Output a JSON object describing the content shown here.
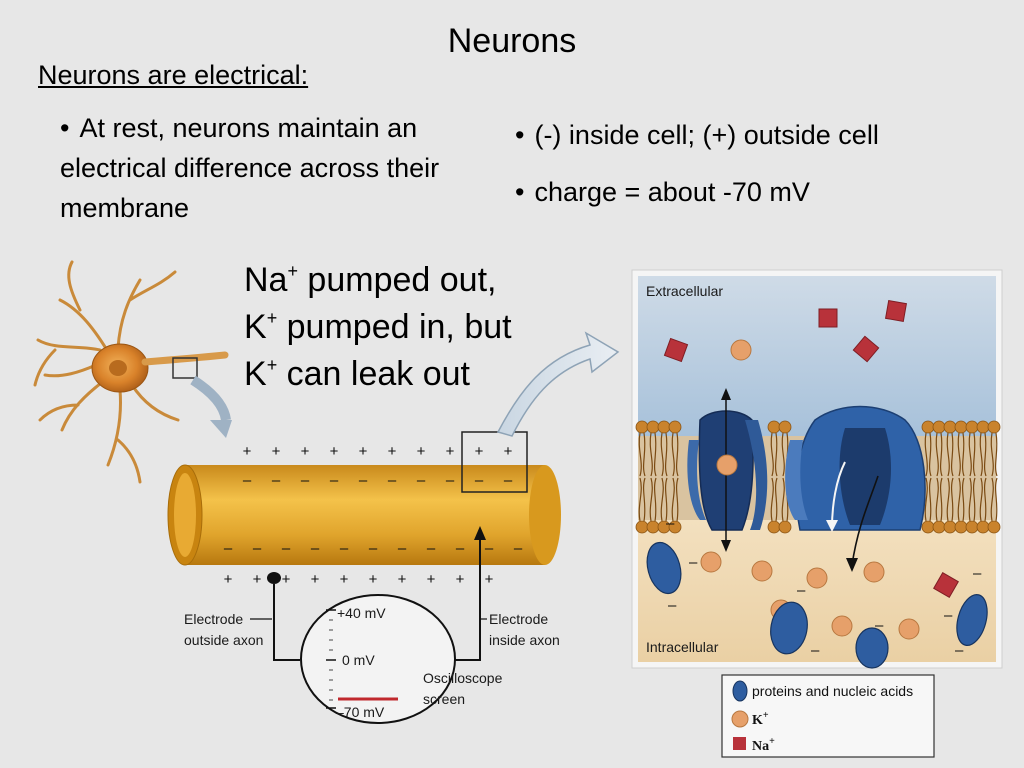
{
  "slide": {
    "title": "Neurons",
    "subtitle": "Neurons are electrical:",
    "left_bullet": {
      "dot": "•",
      "text": "At rest, neurons maintain an electrical difference across their membrane"
    },
    "right_bullets": [
      {
        "dot": "•",
        "text": "(-) inside cell; (+) outside cell"
      },
      {
        "dot": "•",
        "text": "charge = about -70 mV"
      }
    ],
    "pump_text": {
      "line1_prefix": "Na",
      "line1_sup": "+",
      "line1_suffix": " pumped out,",
      "line2_prefix": "K",
      "line2_sup": "+",
      "line2_suffix": " pumped in, but",
      "line3_prefix": "K",
      "line3_sup": "+",
      "line3_suffix": " can leak out"
    }
  },
  "axon_diagram": {
    "plus_sign": "+",
    "minus_sign": "–",
    "electrode_outside": [
      "Electrode",
      "outside axon"
    ],
    "electrode_inside": [
      "Electrode",
      "inside axon"
    ],
    "oscilloscope": [
      "Oscilloscope",
      "screen"
    ],
    "scale_top": "+40 mV",
    "scale_mid": "0 mV",
    "scale_bottom": "–70 mV"
  },
  "membrane_diagram": {
    "extracellular": "Extracellular",
    "intracellular": "Intracellular",
    "minus_sign": "–"
  },
  "legend": {
    "proteins": "proteins and nucleic acids",
    "k_ion": "K",
    "k_sup": "+",
    "na_ion": "Na",
    "na_sup": "+"
  },
  "colors": {
    "background": "#e7e7e7",
    "axon_gold": "#e2a62c",
    "membrane_water": "#b9cde0",
    "cytoplasm": "#f0d9b4",
    "protein_blue": "#2e5da0",
    "k_ion": "#e6a06a",
    "na_ion": "#b8323a",
    "channel_blue": "#3b72b5",
    "baseline_red": "#c0282d"
  }
}
